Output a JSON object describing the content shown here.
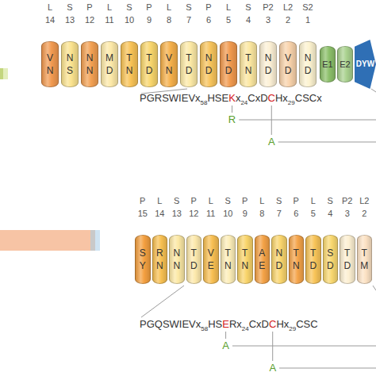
{
  "diagram": {
    "nodes": [
      {
        "text": [
          "V",
          "N"
        ]
      },
      {
        "text": [
          "N",
          "S"
        ]
      },
      {
        "text": [
          "N",
          "N"
        ]
      },
      {
        "text": [
          "M",
          "D"
        ]
      },
      {
        "text": [
          "T",
          "N"
        ]
      },
      {
        "text": [
          "T",
          "D"
        ]
      },
      {
        "text": [
          "V",
          "N"
        ]
      },
      {
        "text": [
          "T",
          "D"
        ]
      },
      {
        "text": [
          "N",
          "D"
        ]
      },
      {
        "text": [
          "L",
          "D"
        ]
      },
      {
        "text": [
          "T",
          "N"
        ]
      },
      {
        "text": [
          "N",
          "D"
        ]
      },
      {
        "text": [
          "V",
          "D"
        ]
      },
      {
        "text": [
          "N",
          "D"
        ]
      },
      {
        "text": [
          "E1"
        ]
      },
      {
        "text": [
          "E2"
        ]
      },
      {
        "text": [
          "DYW"
        ]
      },
      {
        "text": [
          "S",
          "Y"
        ]
      },
      {
        "text": [
          "R",
          "N"
        ]
      },
      {
        "text": [
          "N",
          "N"
        ]
      },
      {
        "text": [
          "T",
          "D"
        ]
      },
      {
        "text": [
          "V",
          "E"
        ]
      },
      {
        "text": [
          "T",
          "N"
        ]
      },
      {
        "text": [
          "T",
          "N"
        ]
      },
      {
        "text": [
          "A",
          "E"
        ]
      },
      {
        "text": [
          "N",
          "D"
        ]
      },
      {
        "text": [
          "T",
          "N"
        ]
      },
      {
        "text": [
          "T",
          "D"
        ]
      },
      {
        "text": [
          "S",
          "D"
        ]
      },
      {
        "text": [
          "T",
          "D"
        ]
      },
      {
        "text": [
          "T",
          "M"
        ]
      }
    ],
    "labels": [
      "L",
      "14",
      "S",
      "13",
      "P",
      "12",
      "L",
      "11",
      "S",
      "10",
      "P",
      "9",
      "L",
      "8",
      "S",
      "7",
      "P",
      "6",
      "L",
      "5",
      "S",
      "4",
      "P2",
      "3",
      "L2",
      "2",
      "S2",
      "1",
      "PGRSWIEVx",
      "58",
      "HSE",
      "K",
      "x",
      "24",
      "CxD",
      "C",
      "Hx",
      "29",
      "CSCx",
      "R",
      "A",
      "P",
      "15",
      "L",
      "14",
      "S",
      "13",
      "P",
      "12",
      "L",
      "11",
      "S",
      "10",
      "P",
      "9",
      "L",
      "8",
      "S",
      "7",
      "P",
      "6",
      "L",
      "5",
      "S",
      "4",
      "P2",
      "3",
      "L2",
      "2",
      "PGQSWIEVx",
      "58",
      "HS",
      "E",
      "Rx",
      "24",
      "CxD",
      "C",
      "Hx",
      "29",
      "CSC",
      "A",
      "A"
    ]
  }
}
